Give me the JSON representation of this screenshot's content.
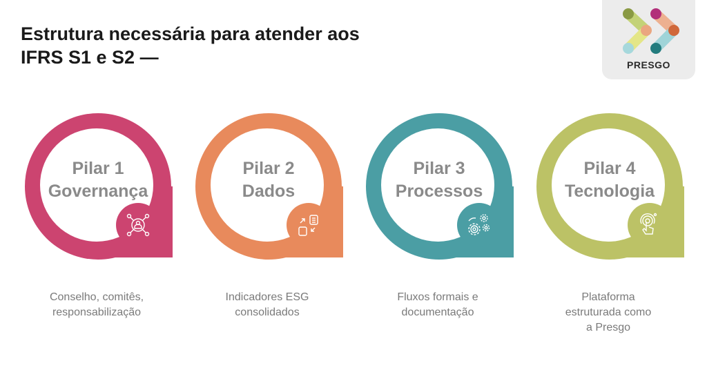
{
  "header": {
    "title_line1": "Estrutura necessária para atender aos",
    "title_line2": "IFRS S1 e S2  —"
  },
  "logo": {
    "text": "PRESGO"
  },
  "pillars": [
    {
      "line1": "Pilar 1",
      "line2": "Governança",
      "description_line1": "Conselho, comitês,",
      "description_line2": "responsabilização",
      "description_line3": "",
      "icon": "governance-network-icon",
      "color": "#cc4470"
    },
    {
      "line1": "Pilar 2",
      "line2": "Dados",
      "description_line1": "Indicadores ESG",
      "description_line2": "consolidados",
      "description_line3": "",
      "icon": "data-exchange-icon",
      "color": "#e88a5c"
    },
    {
      "line1": "Pilar 3",
      "line2": "Processos",
      "description_line1": "Fluxos formais e",
      "description_line2": "documentação",
      "description_line3": "",
      "icon": "gears-icon",
      "color": "#4b9ea4"
    },
    {
      "line1": "Pilar 4",
      "line2": "Tecnologia",
      "description_line1": "Plataforma",
      "description_line2": "estruturada como",
      "description_line3": "a Presgo",
      "icon": "touch-tech-icon",
      "color": "#bcc266"
    }
  ]
}
